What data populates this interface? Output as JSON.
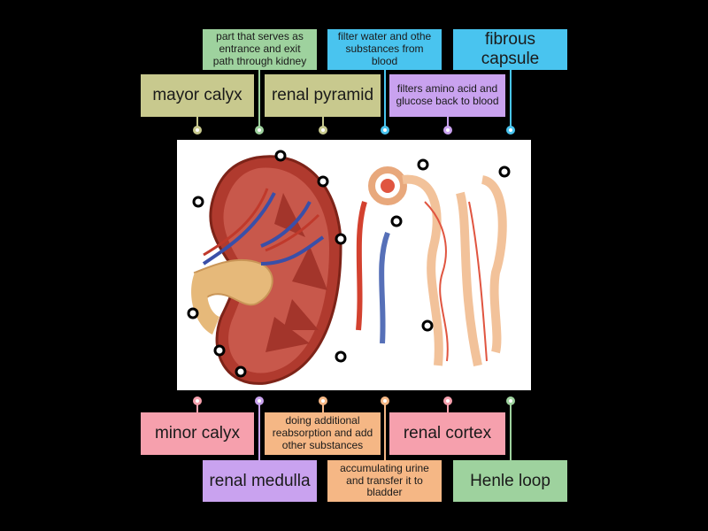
{
  "top_labels": [
    {
      "id": "mayor-calyx",
      "text": "mayor calyx",
      "color": "#c8c98e",
      "pin": "#c8c98e"
    },
    {
      "id": "entrance-exit",
      "text": "part that serves as entrance and exit path through kidney",
      "color": "#9ed29e",
      "pin": "#9ed29e"
    },
    {
      "id": "renal-pyramid",
      "text": "renal pyramid",
      "color": "#c8c98e",
      "pin": "#c8c98e"
    },
    {
      "id": "filter-water",
      "text": "filter water and othe substances from blood",
      "color": "#49c4ef",
      "pin": "#49c4ef"
    },
    {
      "id": "filters-amino",
      "text": "filters amino acid and glucose back to blood",
      "color": "#c9a2ef",
      "pin": "#c9a2ef"
    },
    {
      "id": "fibrous-capsule",
      "text": "fibrous capsule",
      "color": "#49c4ef",
      "pin": "#49c4ef"
    }
  ],
  "bottom_labels": [
    {
      "id": "minor-calyx",
      "text": "minor calyx",
      "color": "#f6a0ad",
      "pin": "#f6a0ad"
    },
    {
      "id": "renal-medulla",
      "text": "renal medulla",
      "color": "#c9a2ef",
      "pin": "#c9a2ef"
    },
    {
      "id": "additional-reabsorption",
      "text": "doing additional reabsorption and add other substances",
      "color": "#f5b785",
      "pin": "#f5b785"
    },
    {
      "id": "accumulating-urine",
      "text": "accumulating urine and transfer it to bladder",
      "color": "#f5b785",
      "pin": "#f5b785"
    },
    {
      "id": "renal-cortex",
      "text": "renal cortex",
      "color": "#f6a0ad",
      "pin": "#f6a0ad"
    },
    {
      "id": "henle-loop",
      "text": "Henle loop",
      "color": "#9ed29e",
      "pin": "#9ed29e"
    }
  ]
}
